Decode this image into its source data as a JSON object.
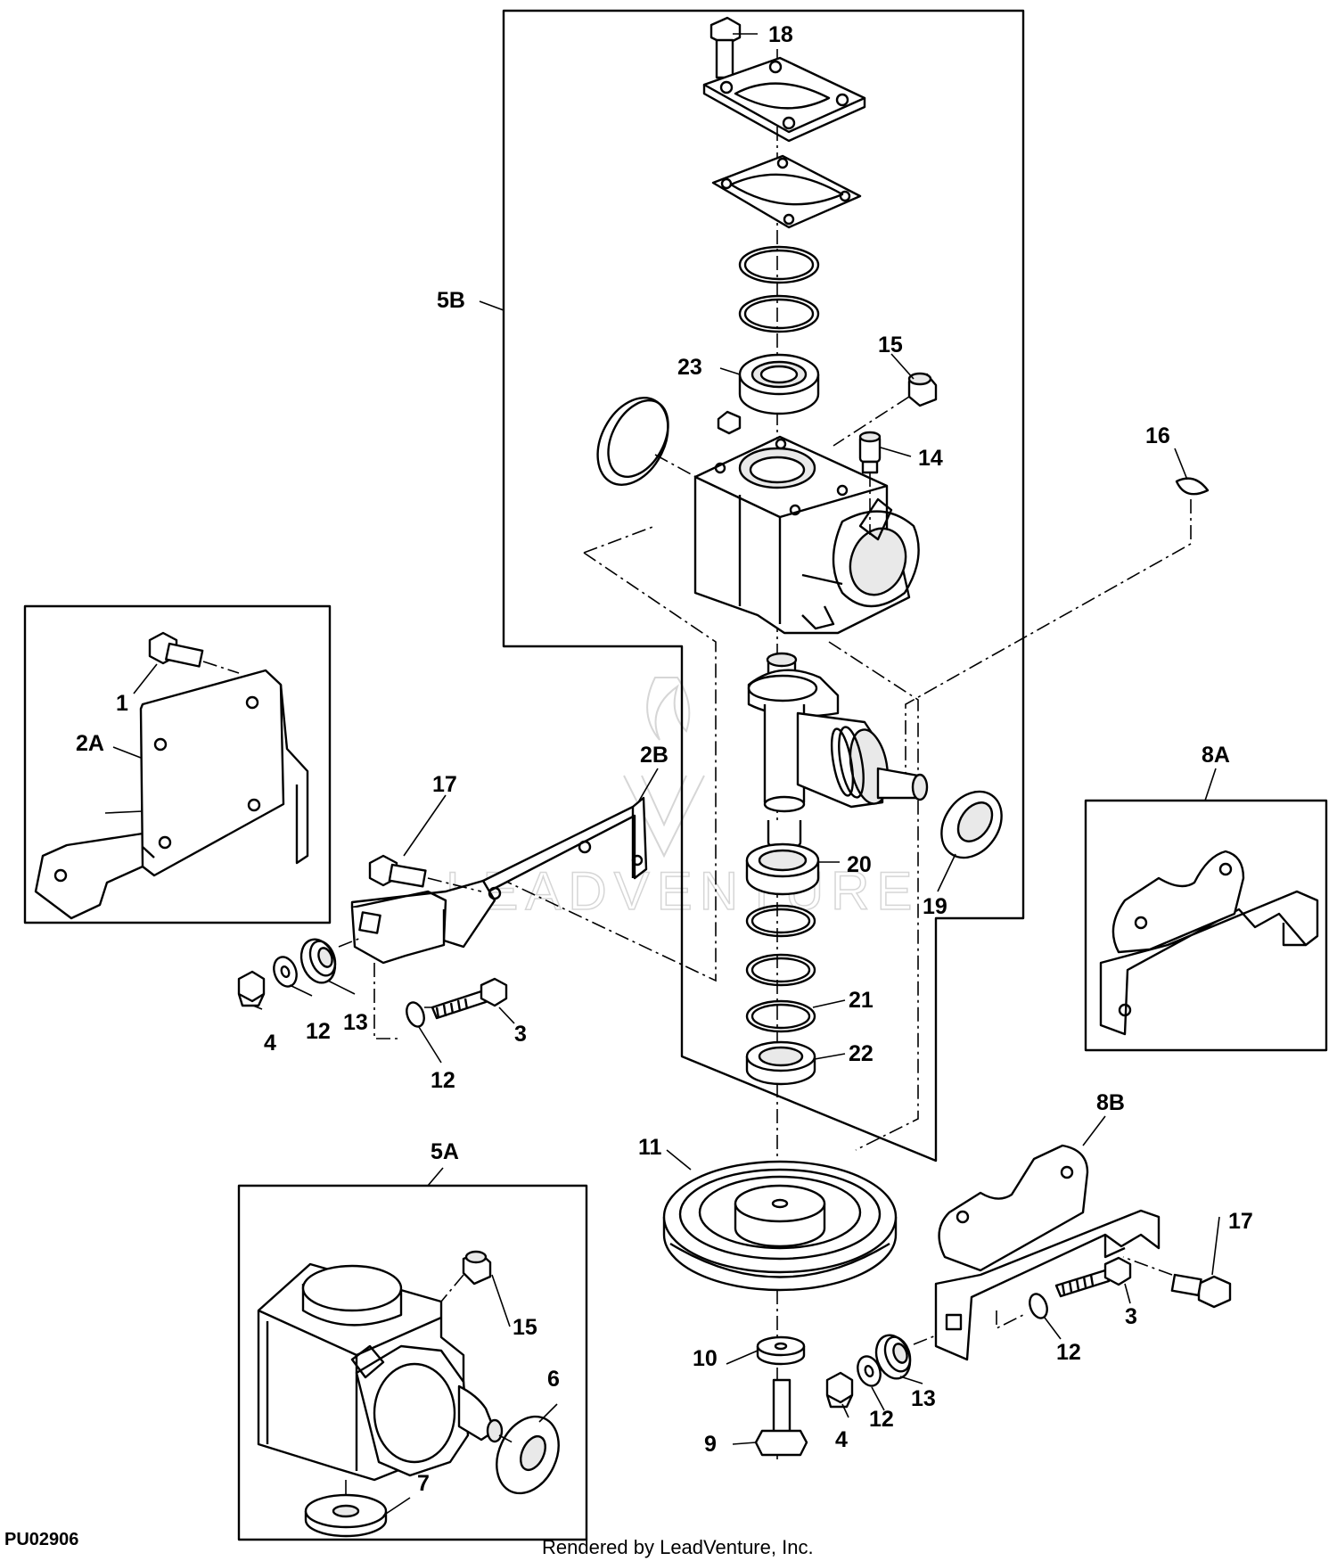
{
  "labels": {
    "l1": "1",
    "l2A": "2A",
    "l2B": "2B",
    "l3a": "3",
    "l3b": "3",
    "l4a": "4",
    "l4b": "4",
    "l5A": "5A",
    "l5B": "5B",
    "l6": "6",
    "l7": "7",
    "l8A": "8A",
    "l8B": "8B",
    "l9": "9",
    "l10": "10",
    "l11": "11",
    "l12a": "12",
    "l12b": "12",
    "l12c": "12",
    "l12d": "12",
    "l13a": "13",
    "l13b": "13",
    "l14": "14",
    "l15a": "15",
    "l15b": "15",
    "l16": "16",
    "l17a": "17",
    "l17b": "17",
    "l18": "18",
    "l19": "19",
    "l20": "20",
    "l21": "21",
    "l22": "22",
    "l23": "23"
  },
  "footer": {
    "figure_code": "PU02906",
    "rendered_by": "Rendered by LeadVenture, Inc."
  },
  "watermark": "LEADVENTURE"
}
